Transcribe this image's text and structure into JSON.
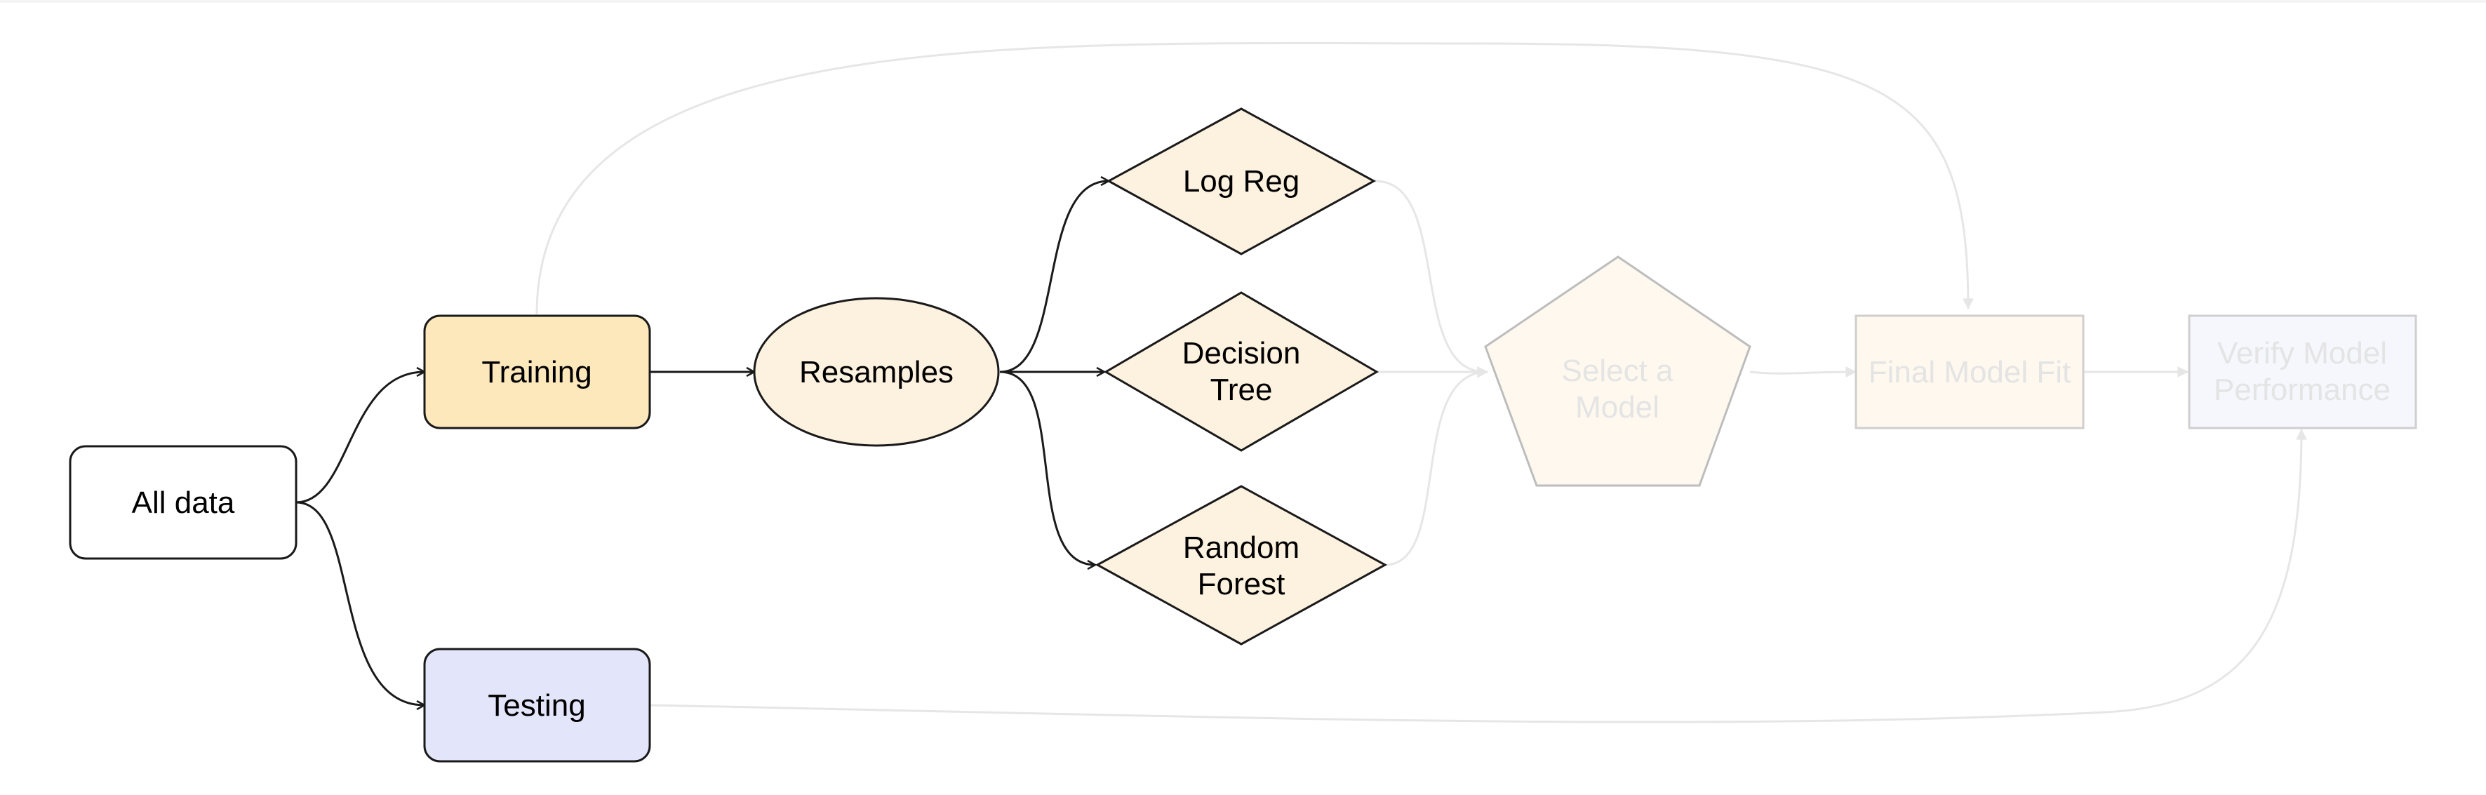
{
  "diagram": {
    "nodes": {
      "all_data": {
        "line1": "All data"
      },
      "training": {
        "line1": "Training"
      },
      "testing": {
        "line1": "Testing"
      },
      "resamples": {
        "line1": "Resamples"
      },
      "log_reg": {
        "line1": "Log Reg"
      },
      "decision_tree": {
        "line1": "Decision",
        "line2": "Tree"
      },
      "random_forest": {
        "line1": "Random",
        "line2": "Forest"
      },
      "select_model": {
        "line1": "Select a",
        "line2": "Model"
      },
      "final_fit": {
        "line1": "Final Model Fit"
      },
      "verify": {
        "line1": "Verify Model",
        "line2": "Performance"
      }
    },
    "colors": {
      "training_fill": "#fde8bb",
      "testing_fill": "#e3e5fb",
      "model_fill": "#fdf1df",
      "faded_model_fill": "#fef8ee",
      "faded_verify_fill": "#f6f6fd",
      "edge": "#1a1a1a",
      "faded_edge": "#e6e6e6"
    }
  }
}
